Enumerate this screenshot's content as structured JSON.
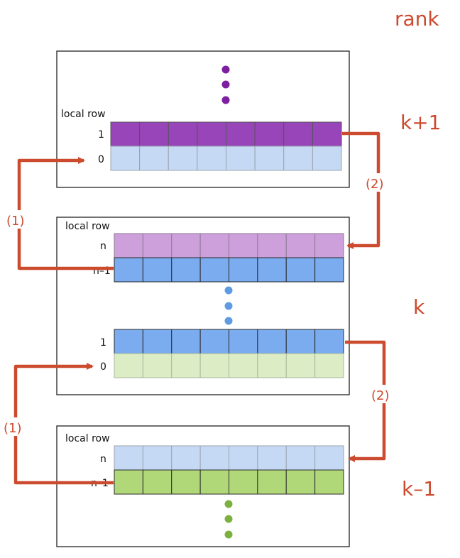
{
  "title": "rank",
  "row_label_title": "local row",
  "colors": {
    "accent": "#cc4a2e",
    "frame": "#222222",
    "cell_border": "#2a2a2a",
    "purple": "#9845ba",
    "light_purple": "#cd9fdb",
    "light_blue": "#c5d9f5",
    "blue": "#7aacef",
    "light_green": "#dcedc5",
    "green": "#b0d879",
    "dot_purple": "#7e1f9f",
    "dot_blue": "#5f9be2",
    "dot_green": "#7cb03f"
  },
  "ranks": [
    {
      "label": "k+1",
      "rows": [
        {
          "label": "1",
          "color": "purple"
        },
        {
          "label": "0",
          "color": "light_blue"
        }
      ],
      "dots": "dot_purple"
    },
    {
      "label": "k",
      "rows": [
        {
          "label": "n",
          "color": "light_purple"
        },
        {
          "label": "n–1",
          "color": "blue"
        },
        {
          "label": "1",
          "color": "blue"
        },
        {
          "label": "0",
          "color": "light_green"
        }
      ],
      "dots": "dot_blue"
    },
    {
      "label": "k–1",
      "rows": [
        {
          "label": "n",
          "color": "light_blue"
        },
        {
          "label": "n–1",
          "color": "green"
        }
      ],
      "dots": "dot_green"
    }
  ],
  "steps": {
    "one": "(1)",
    "two": "(2)"
  },
  "cells_per_row": 8
}
